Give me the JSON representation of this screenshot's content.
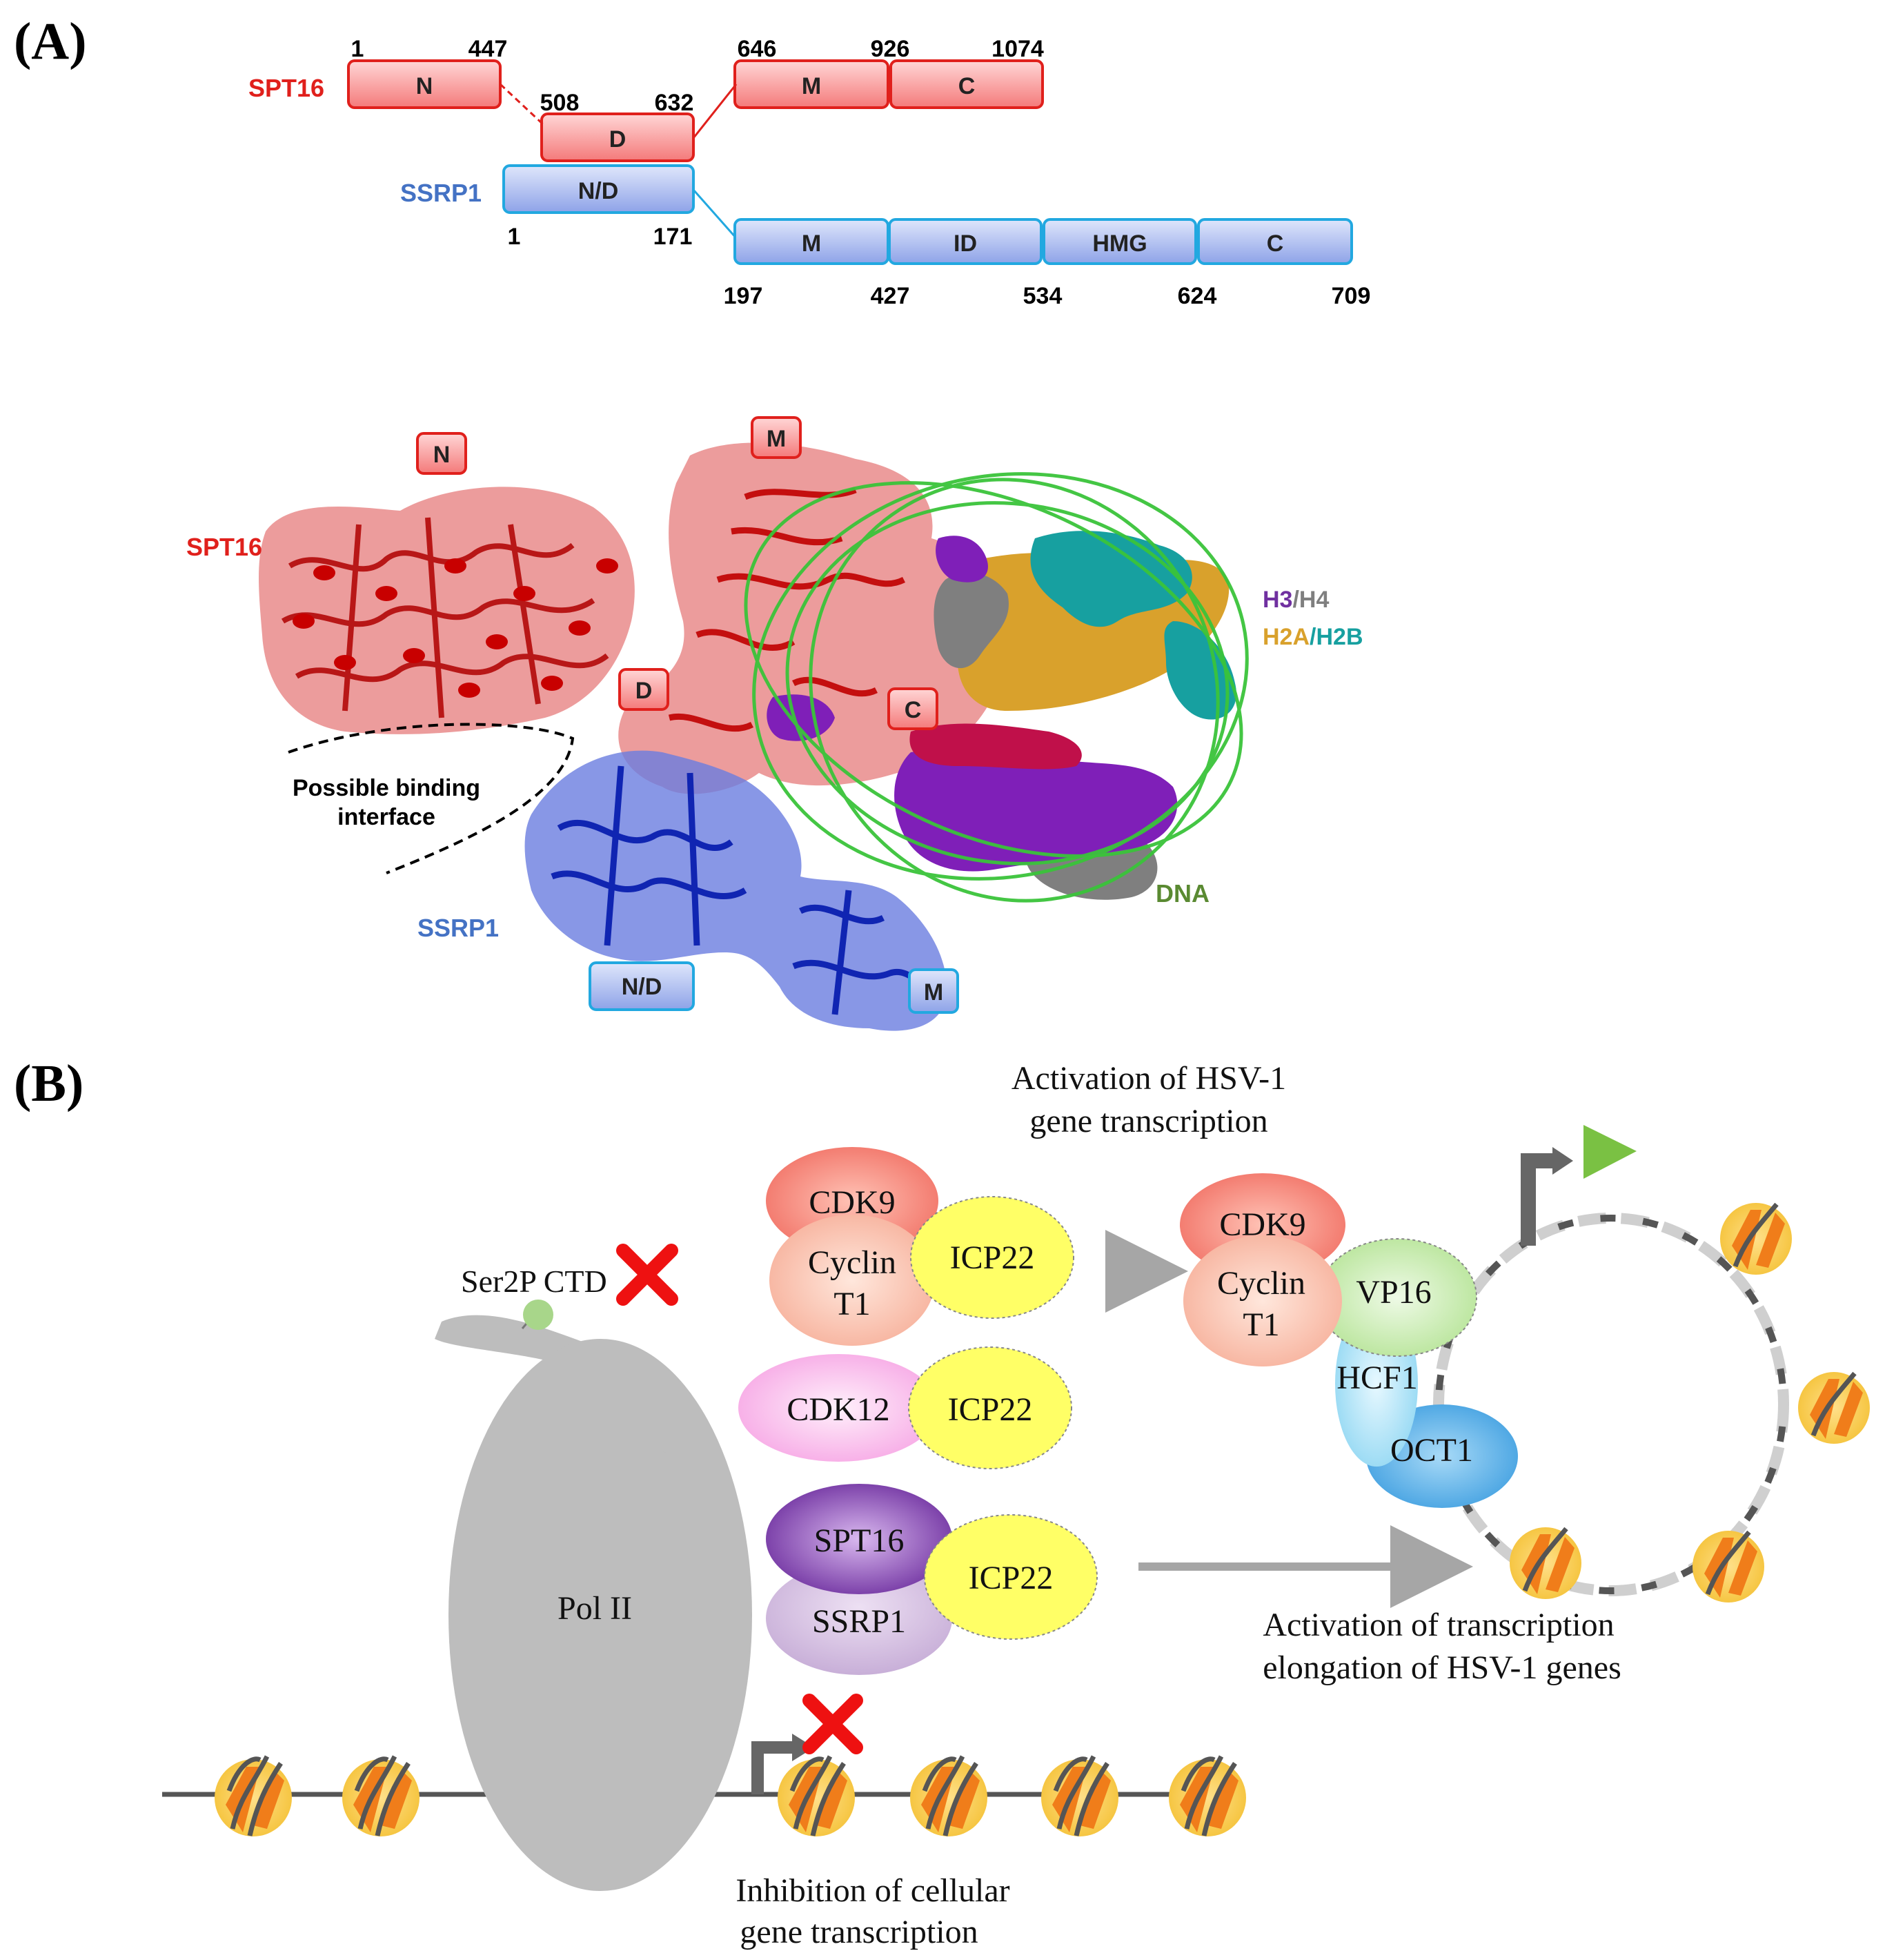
{
  "panel_a": {
    "label": "(A)",
    "spt16": {
      "name": "SPT16",
      "domains": {
        "n": "N",
        "d": "D",
        "m": "M",
        "c": "C"
      },
      "positions": {
        "p1": "1",
        "p447": "447",
        "p508": "508",
        "p632": "632",
        "p646": "646",
        "p926": "926",
        "p1074": "1074"
      }
    },
    "ssrp1": {
      "name": "SSRP1",
      "domains": {
        "nd": "N/D",
        "m": "M",
        "id": "ID",
        "hmg": "HMG",
        "c": "C"
      },
      "positions": {
        "p1": "1",
        "p171": "171",
        "p197": "197",
        "p427": "427",
        "p534": "534",
        "p624": "624",
        "p709": "709"
      }
    },
    "structure": {
      "spt16_label": "SPT16",
      "ssrp1_label": "SSRP1",
      "tag_n": "N",
      "tag_m": "M",
      "tag_d": "D",
      "tag_c": "C",
      "tag_nd": "N/D",
      "tag_ssrp1_m": "M",
      "binding_line1": "Possible binding",
      "binding_line2": "interface",
      "h3": "H3",
      "slash1": "/",
      "h4": "H4",
      "h2a": "H2A",
      "slash2": "/",
      "h2b": "H2B",
      "dna": "DNA"
    }
  },
  "panel_b": {
    "label": "(B)",
    "activation_hsv_line1": "Activation of HSV-1",
    "activation_hsv_line2": "gene transcription",
    "cdk9": "CDK9",
    "cyclin_line1": "Cyclin",
    "cyclin_line2": "T1",
    "icp22": "ICP22",
    "cdk12": "CDK12",
    "spt16": "SPT16",
    "ssrp1": "SSRP1",
    "ser2p": "Ser2P CTD",
    "pol2": "Pol II",
    "vp16": "VP16",
    "hcf1": "HCF1",
    "oct1": "OCT1",
    "elong_line1": "Activation of transcription",
    "elong_line2": "elongation of HSV-1 genes",
    "inhib_line1": "Inhibition of cellular",
    "inhib_line2": "gene transcription"
  },
  "colors": {
    "spt16_red": "#e0201c",
    "ssrp1_blue": "#4472c4",
    "h3_purple": "#7030a0",
    "h4_gray": "#7f7f7f",
    "h2a_gold": "#d9a12c",
    "h2b_teal": "#17a0a0",
    "dna_green": "#5a8a32",
    "icp22_yellow": "#ffff66",
    "cdk9_red": "#f08070",
    "cdk12_pink": "#f8b4e8",
    "spt16_purple": "#7030a0",
    "pol2_gray": "#bdbdbd",
    "arrow_gray": "#a6a6a6",
    "x_red": "#ee1111",
    "promoter_green": "#7ac143",
    "vp16_green": "#c6eab0",
    "hcf1_cyan": "#a8e0f4",
    "oct1_blue": "#5ab4e8"
  }
}
